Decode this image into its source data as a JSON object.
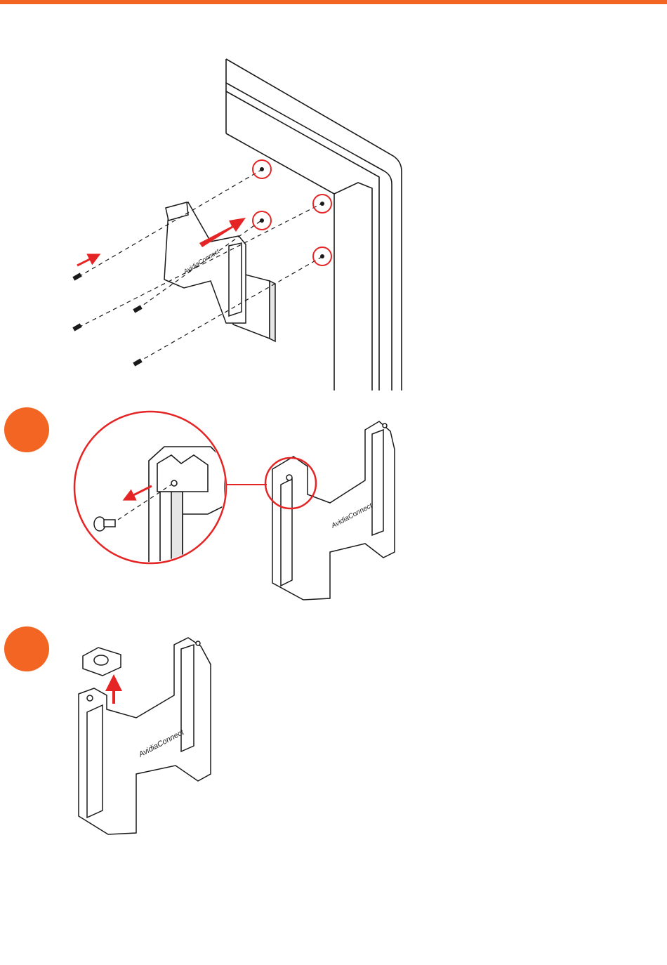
{
  "brand": {
    "logo_text": "AvidiaConnect"
  },
  "colors": {
    "accent": "#f26522",
    "highlight": "#e52525",
    "line": "#1a1a1a"
  },
  "steps": [
    {
      "id": "step-a",
      "label": ""
    },
    {
      "id": "step-b",
      "label": ""
    }
  ]
}
